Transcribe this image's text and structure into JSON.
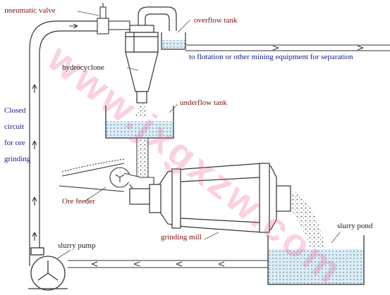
{
  "labels": {
    "pneumatic_valve": "ɒneumatic valve",
    "overflow_tank": "overflow tank",
    "to_flotation": "to flotation or other mining equipment for separation",
    "hydrocyclone": "hydrocyclone",
    "underflow_tank": "underflow tank",
    "ore_feeder": "Ore feeder",
    "slurry_pump": "slurry pump",
    "grinding_mill": "grinding mill",
    "slurry_pond": "slurry pond"
  },
  "side_text": [
    "Closed",
    "circuit",
    "for ore",
    "grinding"
  ],
  "watermark": "www.jxgxzw.com",
  "colors": {
    "water": "#d8edf7",
    "line": "#333333",
    "red_text": "#7a1010",
    "blue_text": "#12208a",
    "watermark": "#ec5a96"
  }
}
